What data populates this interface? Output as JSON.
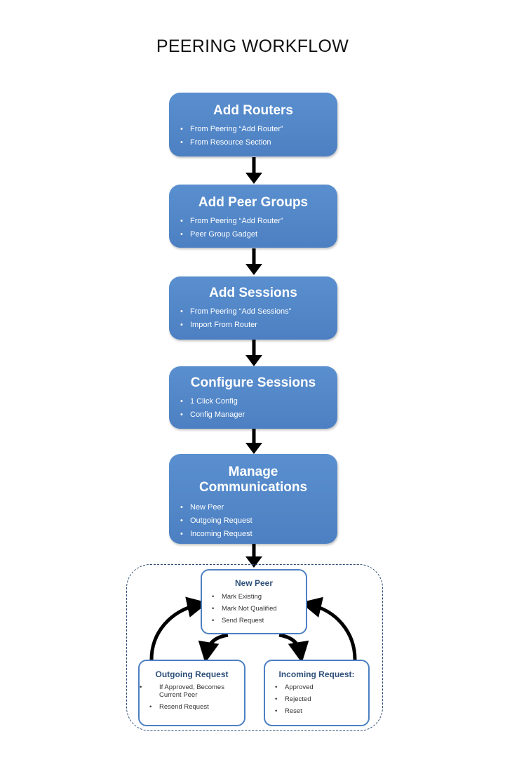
{
  "title": "PEERING WORKFLOW",
  "steps": [
    {
      "heading": "Add Routers",
      "items": [
        "From  Peering “Add Router”",
        "From Resource Section"
      ]
    },
    {
      "heading": "Add Peer Groups",
      "items": [
        "From  Peering “Add Router”",
        "Peer Group Gadget"
      ]
    },
    {
      "heading": "Add Sessions",
      "items": [
        "From  Peering “Add Sessions”",
        "Import  From Router"
      ]
    },
    {
      "heading": "Configure Sessions",
      "items": [
        "1 Click Config",
        "Config Manager"
      ]
    },
    {
      "heading": "Manage",
      "heading2": "Communications",
      "items": [
        "New Peer",
        "Outgoing Request",
        "Incoming Request"
      ]
    }
  ],
  "cycle": {
    "new_peer": {
      "heading": "New Peer",
      "items": [
        "Mark Existing",
        "Mark Not Qualified",
        "Send Request"
      ]
    },
    "outgoing": {
      "heading": "Outgoing Request",
      "items": [
        "If Approved, Becomes Current Peer",
        "Resend Request"
      ]
    },
    "incoming": {
      "heading": "Incoming Request:",
      "items": [
        "Approved",
        "Rejected",
        "Reset"
      ]
    }
  },
  "colors": {
    "box_fill": "#4f81bd",
    "box_border": "#4c80c2",
    "arrow": "#000000",
    "dashed_border": "#2b4a70"
  }
}
